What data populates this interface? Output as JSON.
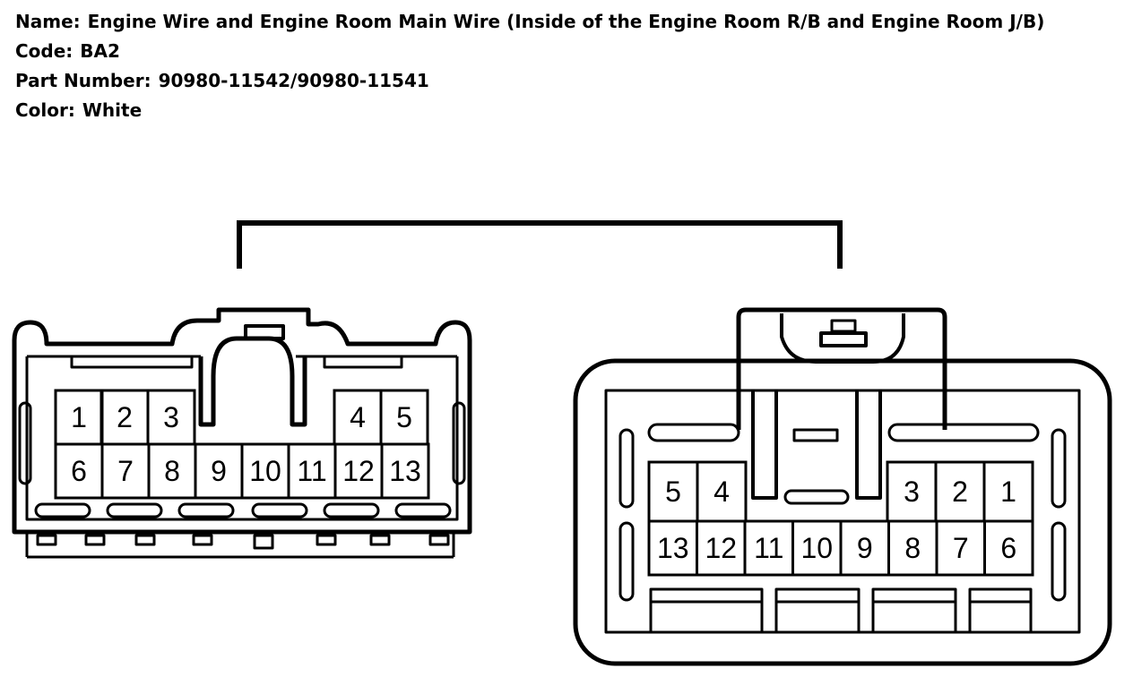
{
  "info": {
    "name_label": "Name:",
    "name_value": "Engine Wire and Engine Room Main Wire (Inside of the Engine Room R/B and Engine Room J/B)",
    "code_label": "Code:",
    "code_value": "BA2",
    "part_label": "Part Number:",
    "part_value": "90980-11542/90980-11541",
    "color_label": "Color:",
    "color_value": "White"
  },
  "left_connector": {
    "top_row": [
      "1",
      "2",
      "3",
      "4",
      "5"
    ],
    "bottom_row": [
      "6",
      "7",
      "8",
      "9",
      "10",
      "11",
      "12",
      "13"
    ]
  },
  "right_connector": {
    "top_row": [
      "5",
      "4",
      "3",
      "2",
      "1"
    ],
    "bottom_row": [
      "13",
      "12",
      "11",
      "10",
      "9",
      "8",
      "7",
      "6"
    ]
  },
  "colors": {
    "line": "#000000",
    "background": "#ffffff"
  }
}
